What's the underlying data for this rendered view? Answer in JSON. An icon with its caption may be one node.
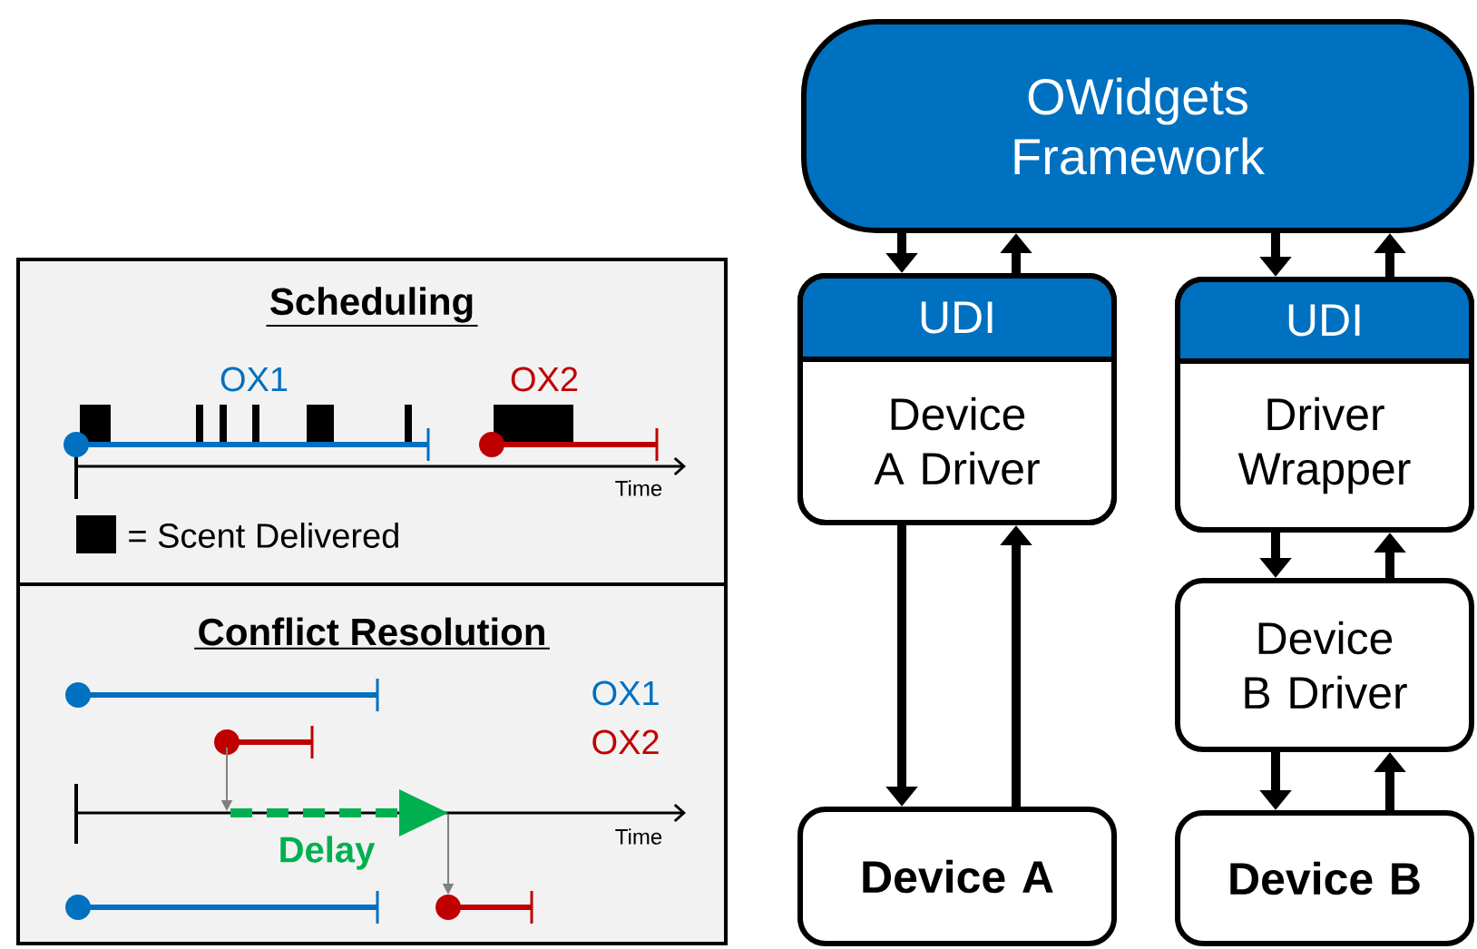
{
  "diagram": {
    "nodes": [
      {
        "text": [
          "OWidgets Framework"
        ]
      },
      {
        "text": [
          "UDI",
          "Device A Driver"
        ]
      },
      {
        "text": [
          "UDI",
          "Driver Wrapper"
        ]
      },
      {
        "text": [
          "Device B Driver"
        ]
      },
      {
        "text": [
          "Device A"
        ]
      },
      {
        "text": [
          "Device B"
        ]
      },
      {
        "text": [
          "Scheduling"
        ]
      },
      {
        "text": [
          "Conflict Resolution"
        ]
      }
    ],
    "edges": [
      {
        "from": 0,
        "to": 1,
        "arrow": "to"
      },
      {
        "from": 1,
        "to": 0,
        "arrow": "to"
      },
      {
        "from": 0,
        "to": 2,
        "arrow": "to"
      },
      {
        "from": 2,
        "to": 0,
        "arrow": "to"
      },
      {
        "from": 1,
        "to": 4,
        "arrow": "to"
      },
      {
        "from": 4,
        "to": 1,
        "arrow": "to"
      },
      {
        "from": 2,
        "to": 3,
        "arrow": "to"
      },
      {
        "from": 3,
        "to": 2,
        "arrow": "to"
      },
      {
        "from": 3,
        "to": 5,
        "arrow": "to"
      },
      {
        "from": 5,
        "to": 3,
        "arrow": "to"
      }
    ],
    "labels": [
      "OX1",
      "OX2",
      "Time",
      "OX1",
      "OX2",
      "Time",
      "Delay"
    ],
    "legend": [
      {
        "text": "= Scent Delivered",
        "color": "#000000"
      }
    ]
  }
}
